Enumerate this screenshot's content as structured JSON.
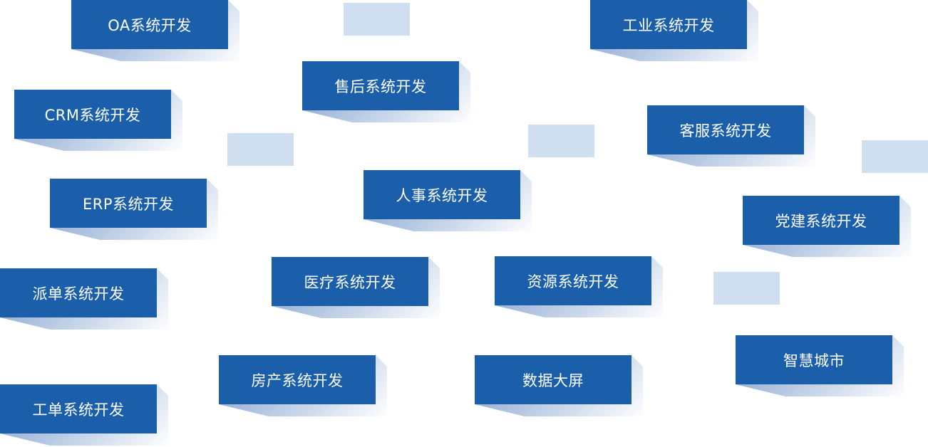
{
  "tags": [
    {
      "label": "OA系统开发"
    },
    {
      "label": "售后系统开发"
    },
    {
      "label": "工业系统开发"
    },
    {
      "label": "CRM系统开发"
    },
    {
      "label": "客服系统开发"
    },
    {
      "label": "人事系统开发"
    },
    {
      "label": "ERP系统开发"
    },
    {
      "label": "党建系统开发"
    },
    {
      "label": "派单系统开发"
    },
    {
      "label": "医疗系统开发"
    },
    {
      "label": "资源系统开发"
    },
    {
      "label": "智慧城市"
    },
    {
      "label": "房产系统开发"
    },
    {
      "label": "数据大屏"
    },
    {
      "label": "工单系统开发"
    }
  ],
  "colors": {
    "tag": "#1b5fab",
    "deco": "#d0dff0"
  }
}
